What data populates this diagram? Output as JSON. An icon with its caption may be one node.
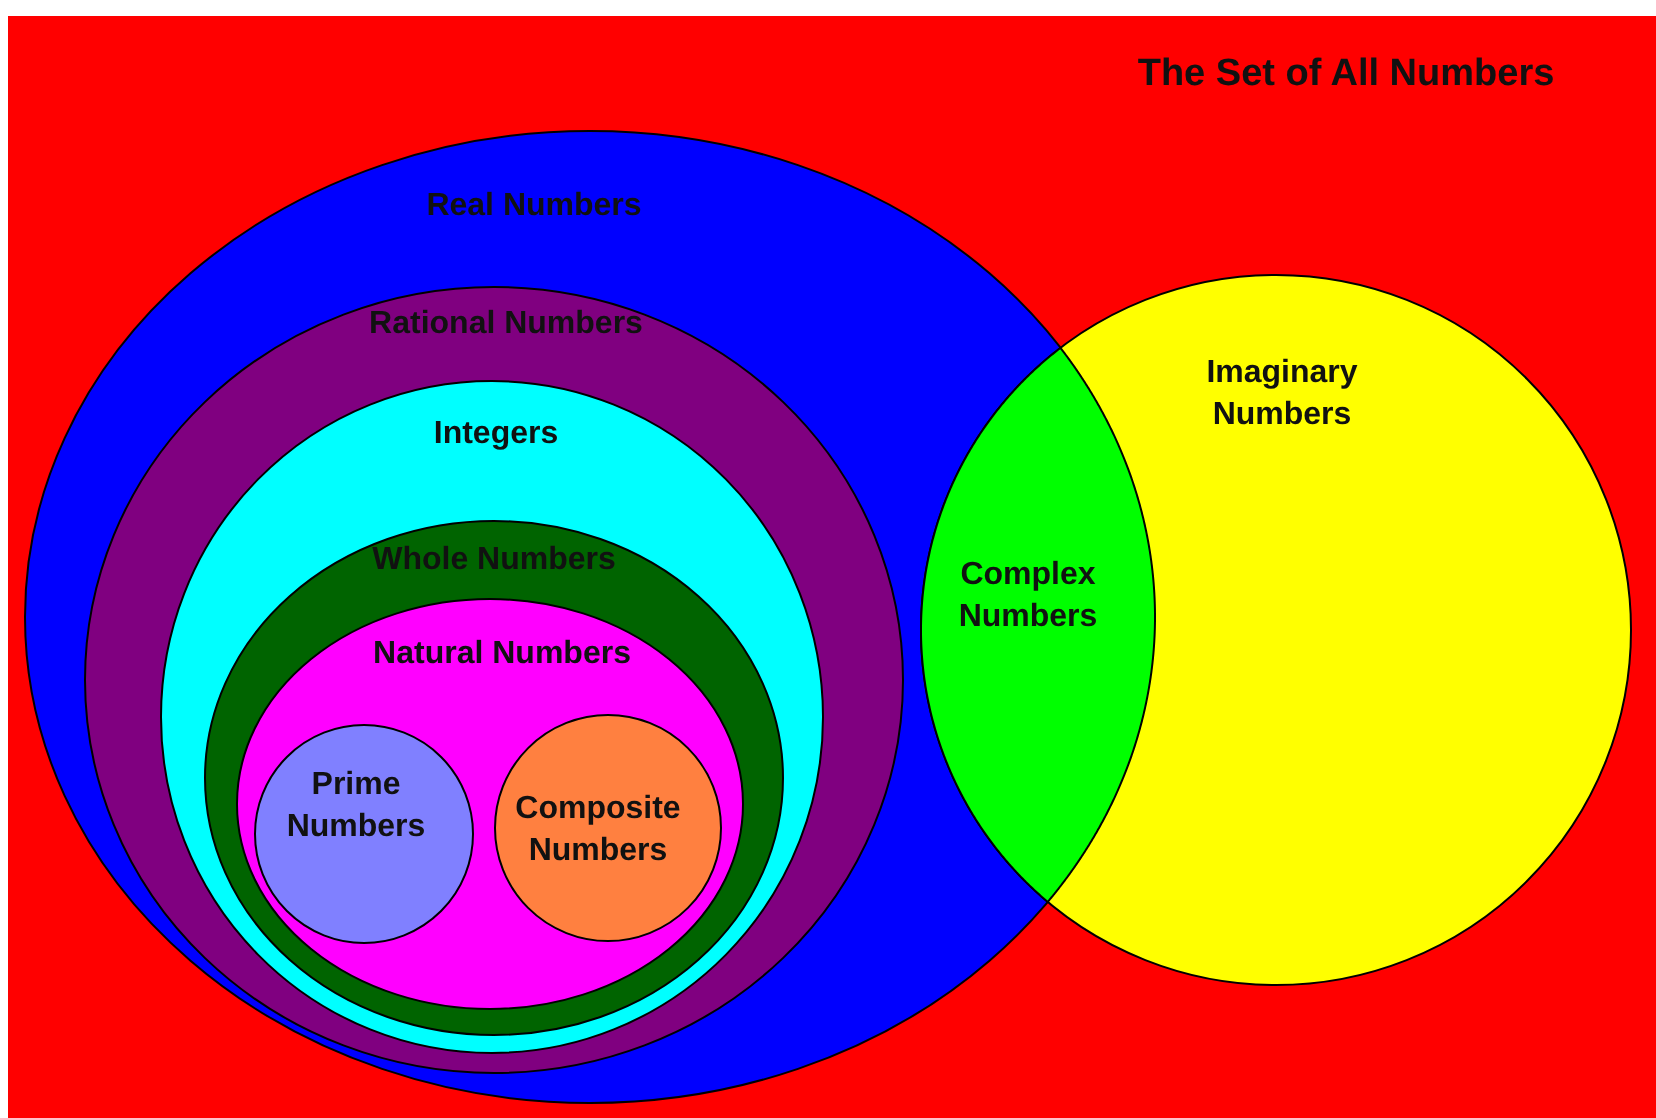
{
  "diagram": {
    "nodes": [
      {
        "text": [
          "The Set of All Numbers"
        ]
      },
      {
        "text": [
          "Real Numbers"
        ],
        "in": 0
      },
      {
        "text": [
          "Rational Numbers"
        ],
        "in": 1
      },
      {
        "text": [
          "Integers"
        ],
        "in": 2
      },
      {
        "text": [
          "Whole Numbers"
        ],
        "in": 3
      },
      {
        "text": [
          "Natural Numbers"
        ],
        "in": 4
      },
      {
        "text": [
          "Prime Numbers"
        ],
        "in": 5
      },
      {
        "text": [
          "Composite Numbers"
        ],
        "in": 5
      },
      {
        "text": [
          "Imaginary Numbers"
        ],
        "in": 0
      },
      {
        "text": [
          "Complex Numbers"
        ]
      }
    ]
  }
}
